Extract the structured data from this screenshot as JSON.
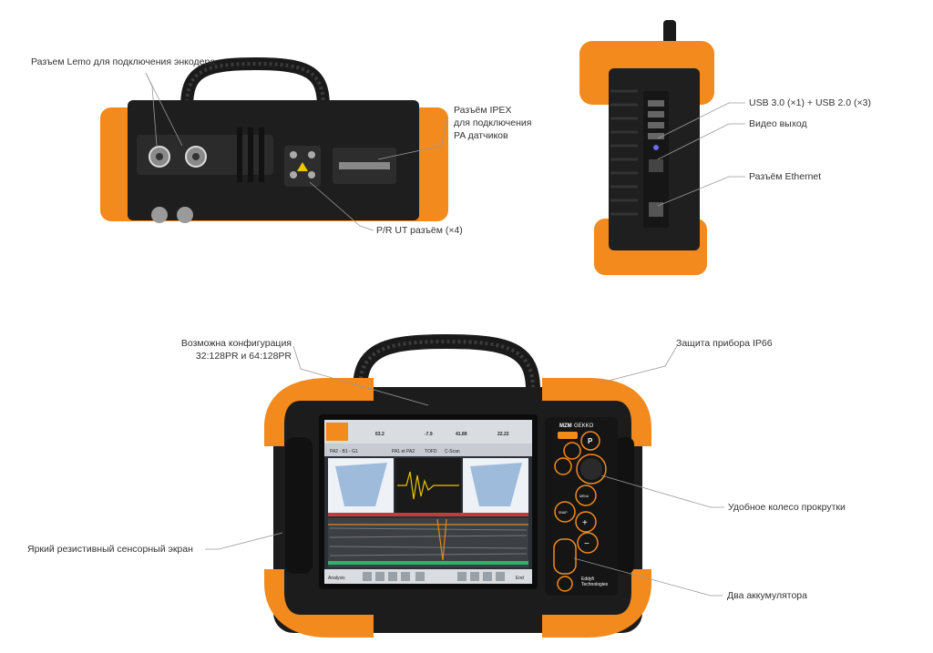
{
  "labels": {
    "encoder_connector": "Разъем Lemo для подключения энкодера",
    "ipex_connector": [
      "Разъём IPEX",
      "для подключения",
      "PA  датчиков"
    ],
    "pr_ut_connector": "P/R UT разъём (×4)",
    "usb_ports": "USB 3.0 (×1) + USB 2.0 (×3)",
    "video_out": "Видео выход",
    "ethernet": "Разъём Ethernet",
    "configuration": [
      "Возможна конфигурация",
      "32:128PR и 64:128PR"
    ],
    "ip66": "Защита прибора IP66",
    "scroll_wheel": "Удобное колесо прокрутки",
    "touchscreen": "Яркий резистивный сенсорный экран",
    "batteries": "Два аккумулятора"
  },
  "device": {
    "brand": "MZM",
    "model": "GEKKO",
    "vendor": [
      "Eddyfi",
      "Technologies"
    ],
    "front_buttons": [
      "P",
      "MENU",
      "SNAP",
      "+",
      "−"
    ]
  },
  "screen": {
    "probe_title": "PA2 - B1 - G1",
    "tabs": [
      "PA1 et PA2",
      "TOFD",
      "C-Scan"
    ],
    "readouts": [
      "63.2",
      "-7.9",
      "41.89",
      "22.22"
    ],
    "status_left": "Analysis",
    "status_right": "End"
  },
  "colors": {
    "orange": "#f28a1e",
    "body_dark": "#1c1c1c",
    "screen_bg": "#2a2f38"
  }
}
